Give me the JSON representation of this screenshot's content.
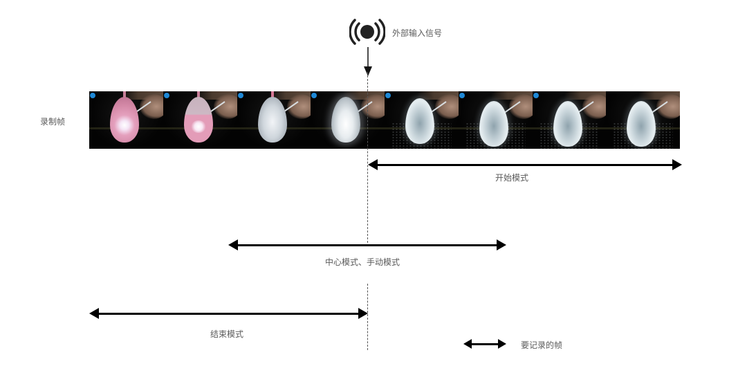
{
  "signal": {
    "label": "外部输入信号",
    "icon": "broadcast-signal-icon"
  },
  "strip": {
    "label": "录制帧",
    "frames": [
      {
        "index": 1,
        "state": "intact-pink"
      },
      {
        "index": 2,
        "state": "half-burst"
      },
      {
        "index": 3,
        "state": "bursting"
      },
      {
        "index": 4,
        "state": "burst-glow"
      },
      {
        "index": 5,
        "state": "water-spray"
      },
      {
        "index": 6,
        "state": "water-shape"
      },
      {
        "index": 7,
        "state": "water-shape"
      },
      {
        "index": 8,
        "state": "water-shape"
      }
    ]
  },
  "modes": {
    "start": "开始模式",
    "center_manual": "中心模式、手动模式",
    "end": "结束模式"
  },
  "legend": {
    "label": "要记录的帧"
  },
  "colors": {
    "arrow": "#000000",
    "text": "#5a5a5a",
    "logo": "#1e88d6"
  }
}
